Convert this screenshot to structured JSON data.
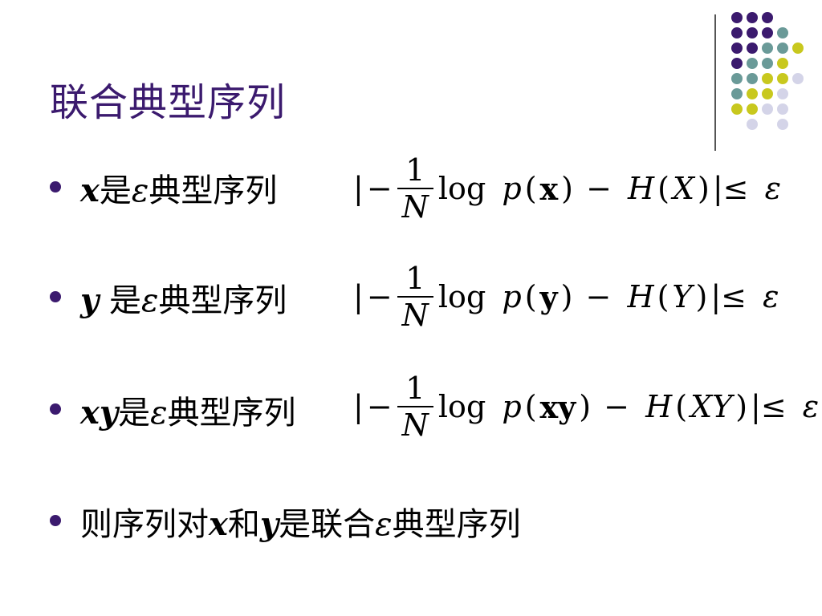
{
  "title": "联合典型序列",
  "items": [
    {
      "var": "x",
      "suffix_pre": "是",
      "eps": "ε",
      "suffix": "典型序列",
      "formula": {
        "bar_l": "|",
        "minus": "−",
        "num": "1",
        "den": "N",
        "log": "log",
        "p": "p",
        "arg": "x",
        "h": "H",
        "harg": "X",
        "tail": "|≤",
        "eps": "ε"
      }
    },
    {
      "var": "y",
      "suffix_pre": " 是",
      "eps": "ε",
      "suffix": "典型序列",
      "formula": {
        "bar_l": "|",
        "minus": "−",
        "num": "1",
        "den": "N",
        "log": "log",
        "p": "p",
        "arg": "y",
        "h": "H",
        "harg": "Y",
        "tail": "|≤",
        "eps": "ε"
      }
    },
    {
      "var": "xy",
      "suffix_pre": "是",
      "eps": "ε",
      "suffix": "典型序列",
      "formula": {
        "bar_l": "|",
        "minus": "−",
        "num": "1",
        "den": "N",
        "log": "log",
        "p": "p",
        "arg": "xy",
        "h": "H",
        "harg": "XY",
        "tail": "|≤",
        "eps": "ε"
      }
    }
  ],
  "conclusion": {
    "p1": "则序列对",
    "x": "x",
    "p2": "和",
    "y": "y",
    "p3": "是联合",
    "eps": "ε",
    "p4": "典型序列"
  },
  "colors": {
    "title": "#3b1a6e",
    "dot_purple": "#3b1a6e",
    "dot_teal": "#6a9a98",
    "dot_yellow": "#c8c81e",
    "dot_lavender": "#d4d4e8"
  }
}
